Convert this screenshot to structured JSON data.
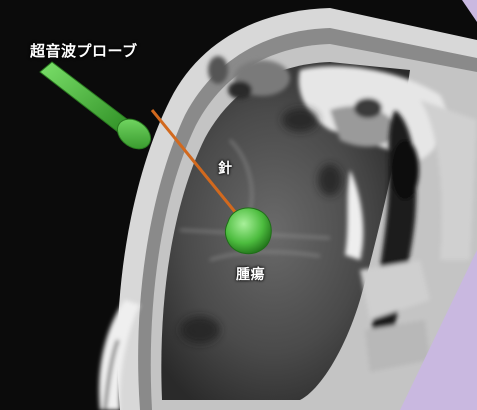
{
  "labels": {
    "probe": "超音波プローブ",
    "needle": "針",
    "tumor": "腫瘍"
  },
  "colors": {
    "probe": "#4fc23c",
    "needle": "#d2691e",
    "tumor": "#56c84a",
    "corner": "#c9b8e0"
  }
}
